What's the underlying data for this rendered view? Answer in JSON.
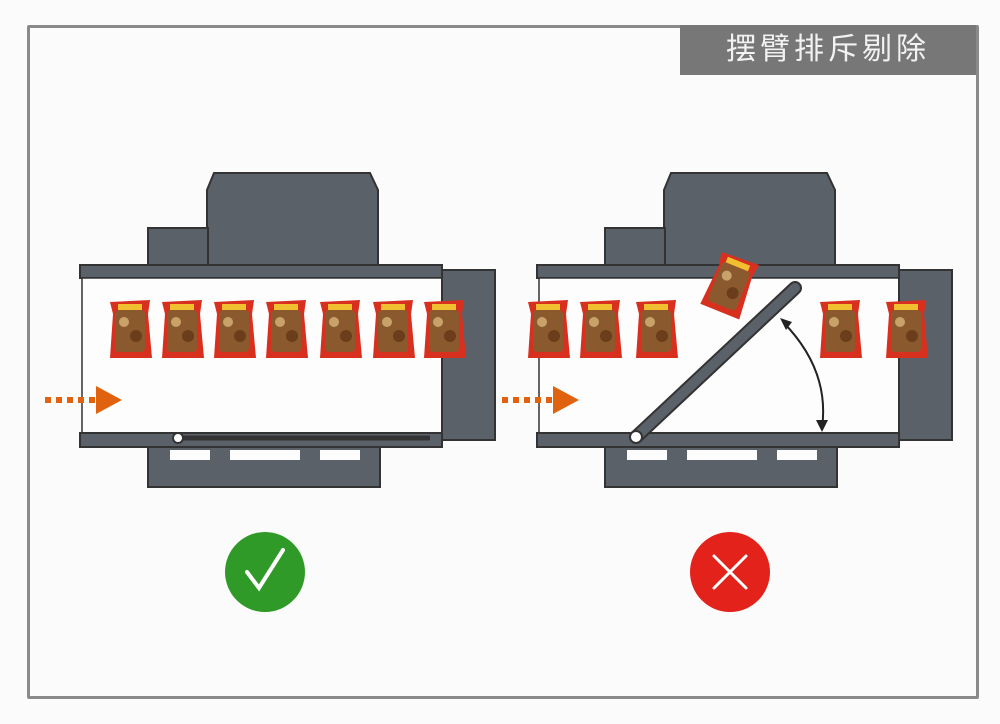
{
  "title": "摆臂排斥剔除",
  "colors": {
    "machine": "#5b6169",
    "arrow": "#e0620f",
    "ok": "#2f9a27",
    "reject": "#e3221b",
    "bag": "#d8301f"
  },
  "panels": [
    {
      "state": "normal",
      "status_icon": "check-icon"
    },
    {
      "state": "reject",
      "status_icon": "cross-icon"
    }
  ]
}
